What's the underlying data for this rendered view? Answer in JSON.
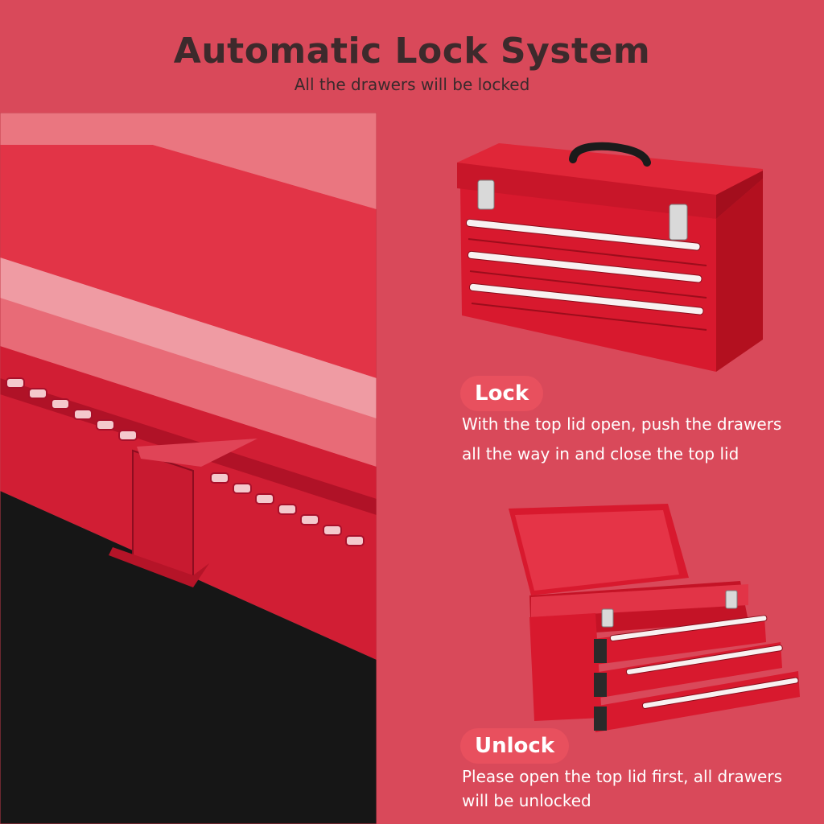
{
  "header": {
    "title": "Automatic Lock System",
    "subtitle": "All the drawers will be locked"
  },
  "lock": {
    "label": "Lock",
    "description": "With the top lid open, push the drawers all the way in and close the top lid"
  },
  "unlock": {
    "label": "Unlock",
    "description": "Please open the top lid first, all drawers will be unlocked"
  },
  "colors": {
    "background": "#d9495a",
    "toolbox_red": "#d8192e",
    "badge": "#e8505e",
    "title_text": "#3d2a2c"
  }
}
